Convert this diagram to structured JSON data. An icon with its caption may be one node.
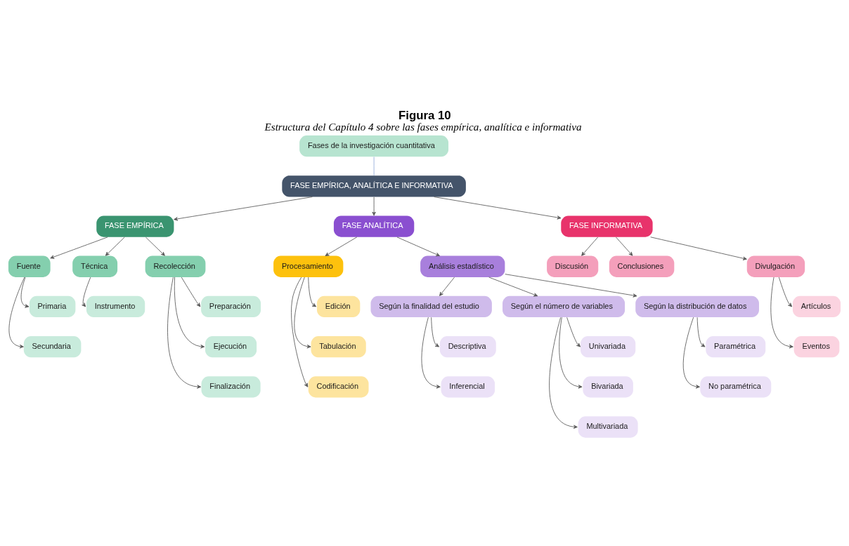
{
  "diagram": {
    "title": "Figura 10",
    "caption": "Estructura del Capítulo 4 sobre las fases empírica, analítica e informativa",
    "nodes": [
      {
        "text": [
          "Fases de la investigación cuantitativa"
        ]
      },
      {
        "text": [
          "FASE EMPÍRICA, ANALÍTICA E INFORMATIVA"
        ]
      },
      {
        "text": [
          "FASE EMPÍRICA"
        ]
      },
      {
        "text": [
          "FASE ANALÍTICA"
        ]
      },
      {
        "text": [
          "FASE INFORMATIVA"
        ]
      },
      {
        "text": [
          "Fuente"
        ]
      },
      {
        "text": [
          "Técnica"
        ]
      },
      {
        "text": [
          "Recolección"
        ]
      },
      {
        "text": [
          "Procesamiento"
        ]
      },
      {
        "text": [
          "Análisis estadístico"
        ]
      },
      {
        "text": [
          "Discusión"
        ]
      },
      {
        "text": [
          "Conclusiones"
        ]
      },
      {
        "text": [
          "Divulgación"
        ]
      },
      {
        "text": [
          "Primaria"
        ]
      },
      {
        "text": [
          "Secundaria"
        ]
      },
      {
        "text": [
          "Instrumento"
        ]
      },
      {
        "text": [
          "Preparación"
        ]
      },
      {
        "text": [
          "Ejecución"
        ]
      },
      {
        "text": [
          "Finalización"
        ]
      },
      {
        "text": [
          "Edición"
        ]
      },
      {
        "text": [
          "Tabulación"
        ]
      },
      {
        "text": [
          "Codificación"
        ]
      },
      {
        "text": [
          "Según la finalidad del estudio"
        ]
      },
      {
        "text": [
          "Según el número de variables"
        ]
      },
      {
        "text": [
          "Según la distribución de datos"
        ]
      },
      {
        "text": [
          "Descriptiva"
        ]
      },
      {
        "text": [
          "Inferencial"
        ]
      },
      {
        "text": [
          "Univariada"
        ]
      },
      {
        "text": [
          "Bivariada"
        ]
      },
      {
        "text": [
          "Multivariada"
        ]
      },
      {
        "text": [
          "Paramétrica"
        ]
      },
      {
        "text": [
          "No paramétrica"
        ]
      },
      {
        "text": [
          "Artículos"
        ]
      },
      {
        "text": [
          "Eventos"
        ]
      }
    ],
    "edges": [
      {
        "from": 0,
        "to": 1,
        "arrow": "none",
        "color": "#8fa8d8"
      },
      {
        "from": 1,
        "to": 2,
        "arrow": "to"
      },
      {
        "from": 1,
        "to": 3,
        "arrow": "to"
      },
      {
        "from": 1,
        "to": 4,
        "arrow": "to"
      },
      {
        "from": 2,
        "to": 5,
        "arrow": "to"
      },
      {
        "from": 2,
        "to": 6,
        "arrow": "to"
      },
      {
        "from": 2,
        "to": 7,
        "arrow": "to"
      },
      {
        "from": 3,
        "to": 8,
        "arrow": "to"
      },
      {
        "from": 3,
        "to": 9,
        "arrow": "to"
      },
      {
        "from": 4,
        "to": 10,
        "arrow": "to"
      },
      {
        "from": 4,
        "to": 11,
        "arrow": "to"
      },
      {
        "from": 4,
        "to": 12,
        "arrow": "to"
      },
      {
        "from": 5,
        "to": 13,
        "arrow": "to"
      },
      {
        "from": 5,
        "to": 14,
        "arrow": "to"
      },
      {
        "from": 6,
        "to": 15,
        "arrow": "to"
      },
      {
        "from": 7,
        "to": 16,
        "arrow": "to"
      },
      {
        "from": 7,
        "to": 17,
        "arrow": "to"
      },
      {
        "from": 7,
        "to": 18,
        "arrow": "to"
      },
      {
        "from": 8,
        "to": 19,
        "arrow": "to"
      },
      {
        "from": 8,
        "to": 20,
        "arrow": "to"
      },
      {
        "from": 8,
        "to": 21,
        "arrow": "to"
      },
      {
        "from": 9,
        "to": 22,
        "arrow": "to"
      },
      {
        "from": 9,
        "to": 23,
        "arrow": "to"
      },
      {
        "from": 9,
        "to": 24,
        "arrow": "to"
      },
      {
        "from": 22,
        "to": 25,
        "arrow": "to"
      },
      {
        "from": 22,
        "to": 26,
        "arrow": "to"
      },
      {
        "from": 23,
        "to": 27,
        "arrow": "to"
      },
      {
        "from": 23,
        "to": 28,
        "arrow": "to"
      },
      {
        "from": 23,
        "to": 29,
        "arrow": "to"
      },
      {
        "from": 24,
        "to": 30,
        "arrow": "to"
      },
      {
        "from": 24,
        "to": 31,
        "arrow": "to"
      },
      {
        "from": 12,
        "to": 32,
        "arrow": "to"
      },
      {
        "from": 12,
        "to": 33,
        "arrow": "to"
      }
    ]
  }
}
